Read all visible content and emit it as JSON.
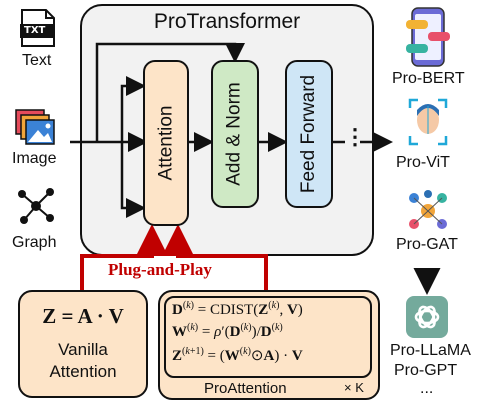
{
  "title": "ProTransformer",
  "inputs": [
    {
      "label": "Text",
      "icon": "text-file-icon",
      "icon_text": "TXT"
    },
    {
      "label": "Image",
      "icon": "image-stack-icon"
    },
    {
      "label": "Graph",
      "icon": "graph-network-icon"
    }
  ],
  "blocks": {
    "attention": "Attention",
    "add_norm": "Add & Norm",
    "feed_forward": "Feed Forward"
  },
  "outputs": [
    {
      "label": "Pro-BERT",
      "icon": "chat-app-icon"
    },
    {
      "label": "Pro-ViT",
      "icon": "face-scan-icon"
    },
    {
      "label": "Pro-GAT",
      "icon": "people-network-icon"
    },
    {
      "label": "Pro-LLaMA",
      "icon": "openai-logo-icon"
    },
    {
      "label": "Pro-GPT"
    },
    {
      "label": "..."
    }
  ],
  "plug_and_play": "Plug-and-Play",
  "vanilla": {
    "equation": "Z = A · V",
    "label_line1": "Vanilla",
    "label_line2": "Attention"
  },
  "proattention": {
    "label": "ProAttention",
    "repeat": "× K"
  },
  "colors": {
    "attention": "#fde4c8",
    "add_norm": "#cfe9c5",
    "feed_forward": "#cfe6f6",
    "frame": "#f2f2f2",
    "plug_arrow": "#c00000"
  }
}
